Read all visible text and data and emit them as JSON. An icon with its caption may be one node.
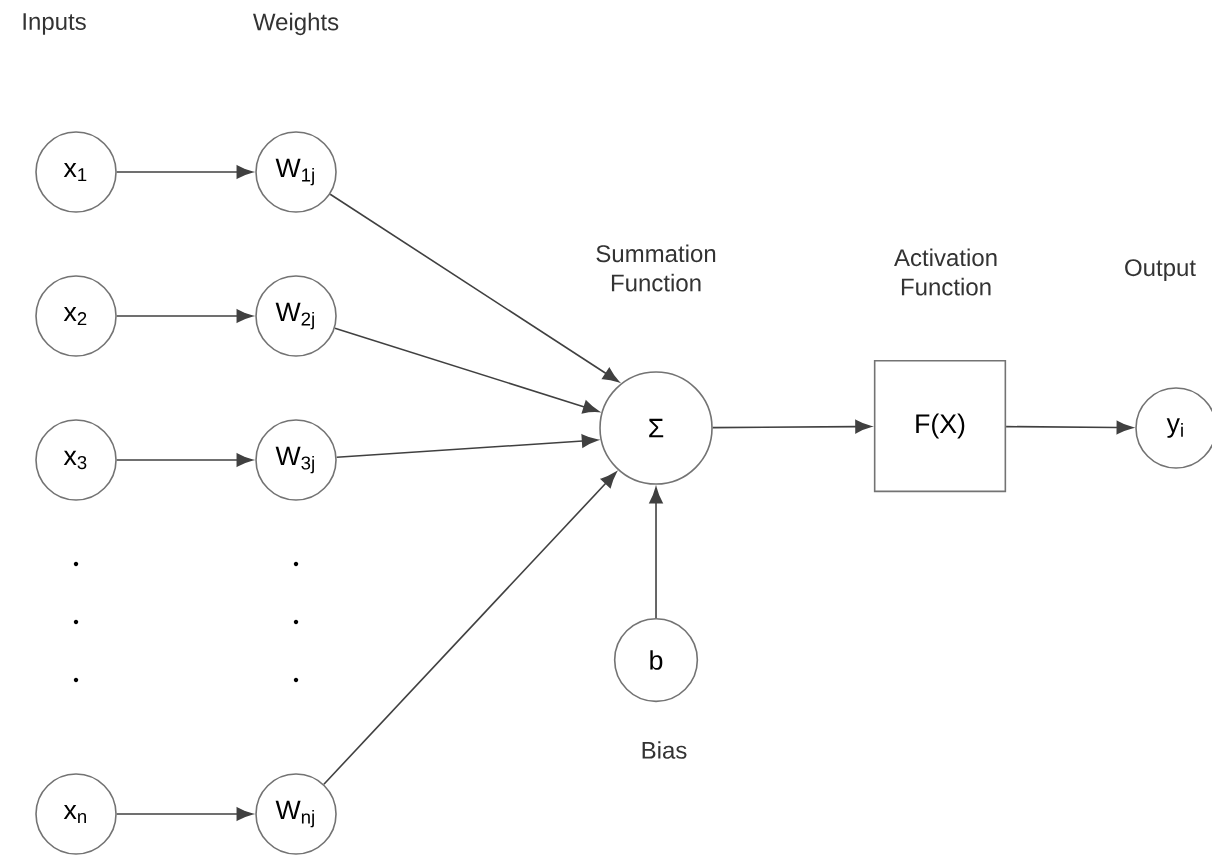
{
  "diagram": {
    "nodes": [
      {
        "text": [
          "x$_{1}$"
        ]
      },
      {
        "text": [
          "x$_{2}$"
        ]
      },
      {
        "text": [
          "x$_{3}$"
        ]
      },
      {
        "text": [
          "x$_{n}$"
        ]
      },
      {
        "text": [
          "W$_{1j}$"
        ]
      },
      {
        "text": [
          "W$_{2j}$"
        ]
      },
      {
        "text": [
          "W$_{3j}$"
        ]
      },
      {
        "text": [
          "W$_{nj}$"
        ]
      },
      {
        "text": [
          "Σ"
        ],
        "beside": [
          "Summation Function"
        ]
      },
      {
        "text": [
          "F(X)"
        ],
        "beside": [
          "Activation Function"
        ]
      },
      {
        "text": [
          "y$_{i}$"
        ]
      },
      {
        "text": [
          "b"
        ],
        "beside": [
          "Bias"
        ]
      }
    ],
    "edges": [
      {
        "from": 0,
        "to": 4,
        "arrow": "to"
      },
      {
        "from": 1,
        "to": 5,
        "arrow": "to"
      },
      {
        "from": 2,
        "to": 6,
        "arrow": "to"
      },
      {
        "from": 3,
        "to": 7,
        "arrow": "to"
      },
      {
        "from": 4,
        "to": 8,
        "arrow": "to"
      },
      {
        "from": 5,
        "to": 8,
        "arrow": "to"
      },
      {
        "from": 6,
        "to": 8,
        "arrow": "to"
      },
      {
        "from": 7,
        "to": 8,
        "arrow": "to"
      },
      {
        "from": 11,
        "to": 8,
        "arrow": "to"
      },
      {
        "from": 8,
        "to": 9,
        "arrow": "to"
      },
      {
        "from": 9,
        "to": 10,
        "arrow": "to"
      }
    ],
    "labels": [
      "Inputs",
      "Weights",
      "Output"
    ]
  }
}
